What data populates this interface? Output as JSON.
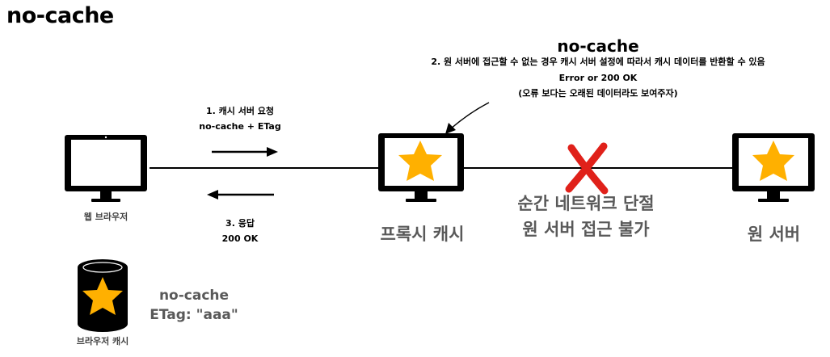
{
  "title": "no-cache",
  "browser": {
    "label": "웹 브라우저"
  },
  "request": {
    "step": "1. 캐시 서버 요청",
    "detail": "no-cache + ETag"
  },
  "response": {
    "step": "3. 응답",
    "detail": "200 OK"
  },
  "proxy": {
    "label": "프록시 캐시"
  },
  "origin": {
    "label": "원 서버"
  },
  "network_failure": {
    "line1": "순간 네트워크 단절",
    "line2": "원 서버 접근 불가"
  },
  "callout": {
    "title": "no-cache",
    "line1": "2. 원 서버에 접근할 수 없는 경우 캐시 서버 설정에 따라서 캐시 데이터를 반환할 수 있음",
    "line2": "Error or 200 OK",
    "line3": "(오류 보다는 오래된 데이터라도 보여주자)"
  },
  "browser_cache": {
    "label": "브라우저 캐시",
    "header1": "no-cache",
    "header2": "ETag: \"aaa\""
  },
  "colors": {
    "star": "#FFB000",
    "cross": "#E0211A",
    "device": "#000000"
  }
}
